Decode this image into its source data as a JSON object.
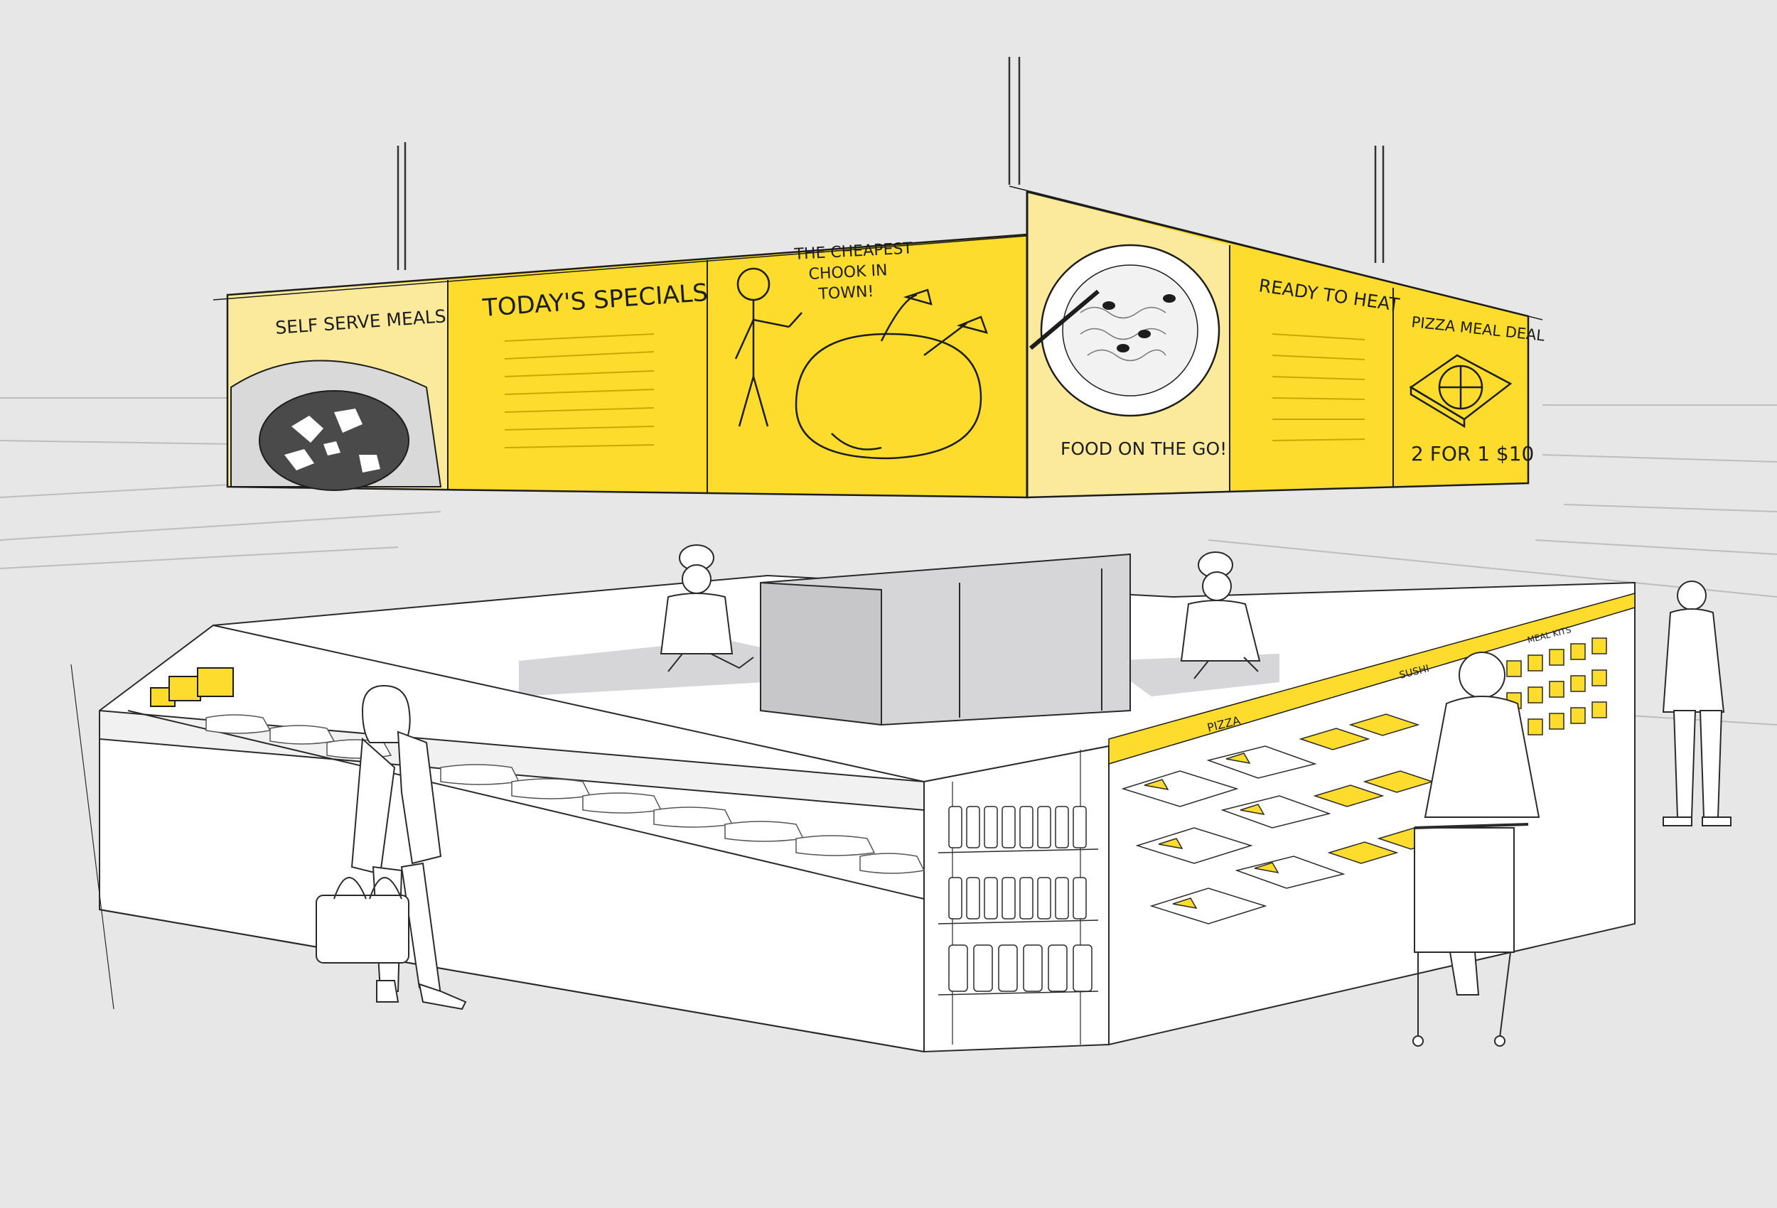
{
  "colors": {
    "background": "#e7e7e8",
    "sign_yellow": "#fddc2e",
    "sign_pale": "#fcea9c",
    "ink": "#1d1d1d",
    "counter_white": "#ffffff",
    "counter_shade": "#d6d6d8",
    "dark_food": "#4a4a4a"
  },
  "signage": {
    "left_face": {
      "self_serve": "SELF SERVE MEALS",
      "specials": "TODAY'S SPECIALS",
      "chook_line1": "THE CHEAPEST",
      "chook_line2": "CHOOK IN",
      "chook_line3": "TOWN!"
    },
    "right_face": {
      "food_on_go": "FOOD ON THE GO!",
      "ready_to_heat": "READY TO HEAT",
      "pizza_deal": "PIZZA MEAL DEAL",
      "pizza_price": "2 FOR 1 $10"
    }
  },
  "shelf_labels": {
    "pizza": "PIZZA",
    "sushi": "SUSHI",
    "meal_kits": "MEAL KITS"
  },
  "icons": {
    "bowl": "bowl-icon",
    "chicken": "roast-chicken-icon",
    "pasta": "pasta-plate-icon",
    "pizza_box": "pizza-box-icon",
    "stick_figure": "stick-figure-icon"
  }
}
